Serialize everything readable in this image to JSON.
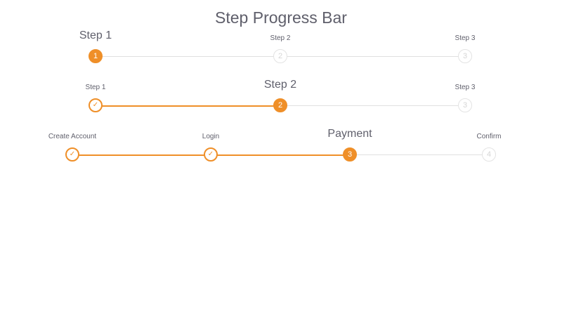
{
  "page": {
    "title": "Step Progress Bar"
  },
  "colors": {
    "accent": "#ef8f28",
    "track": "#e0e0e0",
    "text": "#5f5f6b",
    "pending": "#d6d6d6"
  },
  "progress_bars": [
    {
      "steps": [
        {
          "label": "Step 1",
          "marker": "1",
          "state": "current"
        },
        {
          "label": "Step 2",
          "marker": "2",
          "state": "pending"
        },
        {
          "label": "Step 3",
          "marker": "3",
          "state": "pending"
        }
      ]
    },
    {
      "steps": [
        {
          "label": "Step 1",
          "marker": "✓",
          "state": "done"
        },
        {
          "label": "Step 2",
          "marker": "2",
          "state": "current"
        },
        {
          "label": "Step 3",
          "marker": "3",
          "state": "pending"
        }
      ]
    },
    {
      "steps": [
        {
          "label": "Create Account",
          "marker": "✓",
          "state": "done"
        },
        {
          "label": "Login",
          "marker": "✓",
          "state": "done"
        },
        {
          "label": "Payment",
          "marker": "3",
          "state": "current"
        },
        {
          "label": "Confirm",
          "marker": "4",
          "state": "pending"
        }
      ]
    }
  ]
}
